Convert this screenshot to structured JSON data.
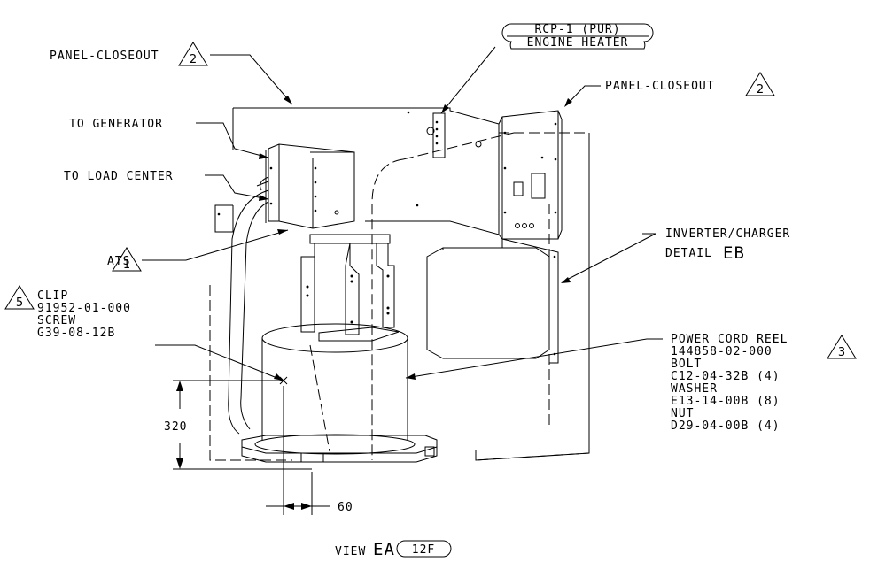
{
  "callouts": {
    "panel_closeout_left": {
      "marker": "2",
      "text": "PANEL-CLOSEOUT"
    },
    "panel_closeout_right": {
      "marker": "2",
      "text": "PANEL-CLOSEOUT"
    },
    "engine_heater_top": "RCP-1 (PUR)",
    "engine_heater_bottom": "ENGINE HEATER",
    "to_generator": "TO GENERATOR",
    "to_load_center": "TO LOAD CENTER",
    "ats": {
      "marker": "1",
      "text": "ATS"
    },
    "inverter_line1": "INVERTER/CHARGER",
    "inverter_line2_prefix": "DETAIL",
    "inverter_line2_ref": "EB",
    "clip": {
      "marker": "5",
      "lines": [
        "CLIP",
        "91952-01-000",
        "SCREW",
        "G39-08-12B"
      ]
    },
    "power_cord_reel": {
      "marker": "3",
      "lines": [
        "POWER CORD REEL",
        "144858-02-000",
        "BOLT",
        "C12-04-32B (4)",
        "WASHER",
        "E13-14-00B (8)",
        "NUT",
        "D29-04-00B (4)"
      ]
    }
  },
  "dimensions": {
    "height_value": "320",
    "width_value": "60"
  },
  "view": {
    "prefix": "VIEW",
    "letters": "EA",
    "sheet_ref": "12F"
  }
}
